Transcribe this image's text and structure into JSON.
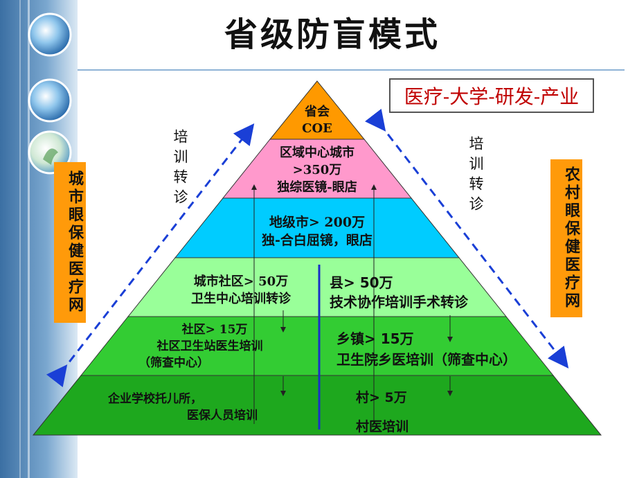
{
  "title": "省级防盲模式",
  "tagline": "医疗-大学-研发-产业",
  "side_left": {
    "box": "城市眼保健医疗网",
    "label": "培训转诊"
  },
  "side_right": {
    "box": "农村眼保健医疗网",
    "label": "培训转诊"
  },
  "colors": {
    "tier_top": "#ff9900",
    "tier_2": "#ff99cc",
    "tier_3": "#00ccff",
    "tier_4": "#99ff99",
    "tier_5": "#33cc33",
    "tier_6": "#1ea81e",
    "side_box": "#ff9a0a",
    "arrow": "#1a3fd6",
    "tagline_text": "#c00000"
  },
  "tiers": {
    "t1": {
      "line1": "省会",
      "line2": "COE"
    },
    "t2": {
      "line1": "区域中心城市",
      "line2": ">350万",
      "line3": "独综医镜-眼店"
    },
    "t3": {
      "line1": "地级市> 200万",
      "line2": "独-合白屈镜，眼店"
    },
    "t4": {
      "left_line1": "城市社区> 50万",
      "left_line2": "卫生中心培训转诊",
      "right_line1": "县> 50万",
      "right_line2": "技术协作培训手术转诊"
    },
    "t5": {
      "left_line1": "社区> 15万",
      "left_line2": "社区卫生站医生培训",
      "left_line3": "（筛查中心）",
      "right_line1": "乡镇> 15万",
      "right_line2": "卫生院乡医培训（筛查中心）"
    },
    "t6": {
      "left_line1": "企业学校托儿所，",
      "left_line2": "医保人员培训",
      "right_line1": "村> 5万",
      "right_line2": "村医培训"
    }
  }
}
